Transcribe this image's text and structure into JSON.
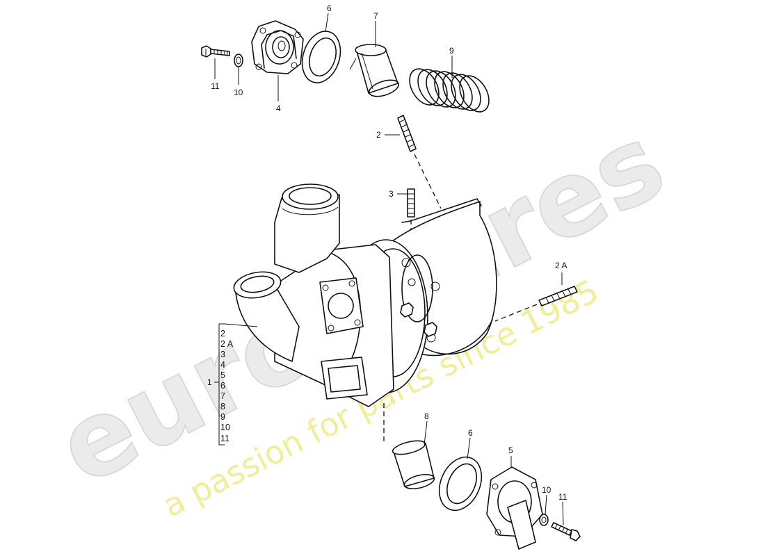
{
  "watermark": {
    "brand": "eurospares",
    "tagline": "a passion for parts since 1985"
  },
  "callouts": {
    "c11_top": "11",
    "c10_top": "10",
    "c4": "4",
    "c6_top": "6",
    "c7": "7",
    "c9": "9",
    "c2": "2",
    "c3": "3",
    "c2a": "2 A",
    "c1": "1",
    "c8": "8",
    "c6_bottom": "6",
    "c5": "5",
    "c10_bottom": "10",
    "c11_bottom": "11"
  },
  "assembly_list": [
    "2",
    "2 A",
    "3",
    "4",
    "5",
    "6",
    "7",
    "8",
    "9",
    "10",
    "11"
  ]
}
